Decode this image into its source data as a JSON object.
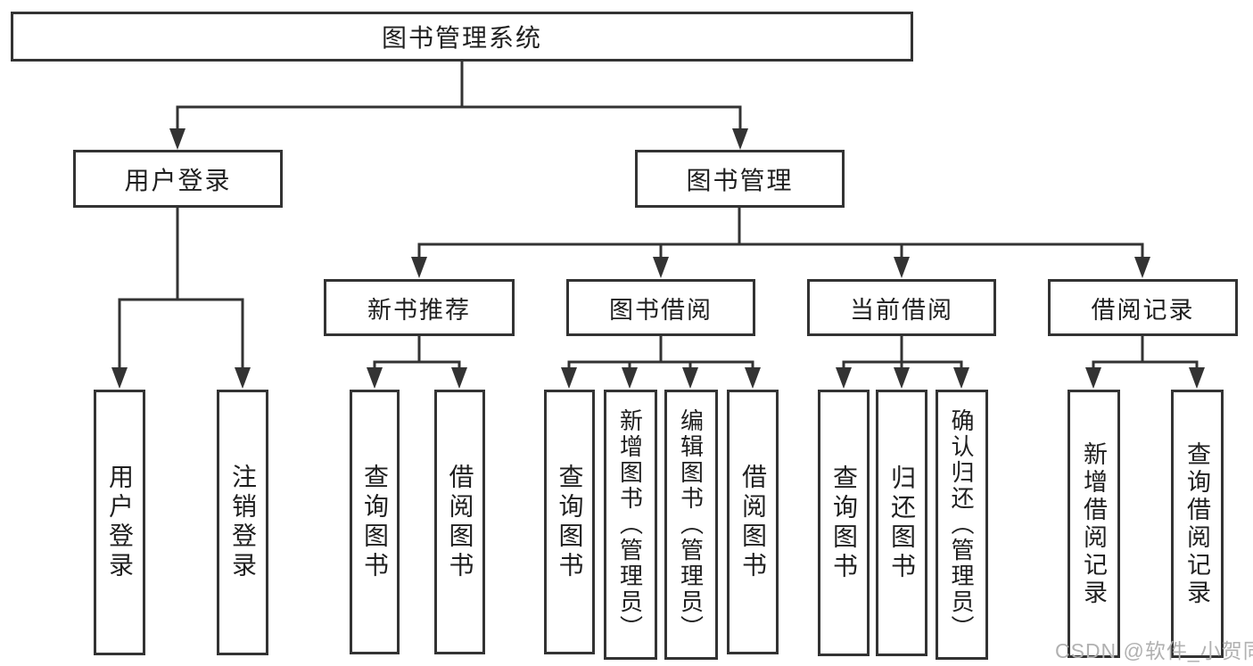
{
  "tree": {
    "label": "图书管理系统",
    "children": [
      {
        "label": "用户登录",
        "children": [
          {
            "label": "用户登录"
          },
          {
            "label": "注销登录"
          }
        ]
      },
      {
        "label": "图书管理",
        "children": [
          {
            "label": "新书推荐",
            "children": [
              {
                "label": "查询图书"
              },
              {
                "label": "借阅图书"
              }
            ]
          },
          {
            "label": "图书借阅",
            "children": [
              {
                "label": "查询图书"
              },
              {
                "label": "新增图书（管理员）"
              },
              {
                "label": "编辑图书（管理员）"
              },
              {
                "label": "借阅图书"
              }
            ]
          },
          {
            "label": "当前借阅",
            "children": [
              {
                "label": "查询图书"
              },
              {
                "label": "归还图书"
              },
              {
                "label": "确认归还（管理员）"
              }
            ]
          },
          {
            "label": "借阅记录",
            "children": [
              {
                "label": "新增借阅记录"
              },
              {
                "label": "查询借阅记录"
              }
            ]
          }
        ]
      }
    ]
  },
  "watermark": "CSDN @软件_小贺同学",
  "colors": {
    "line": "#333333",
    "box_border": "#333333",
    "text": "#1f1f1f",
    "background": "#ffffff",
    "watermark": "#b1b1b1"
  }
}
